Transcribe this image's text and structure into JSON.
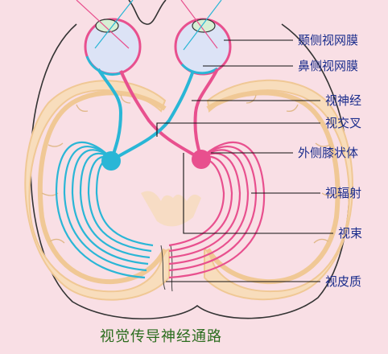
{
  "caption": "视觉传导神经通路",
  "labels": {
    "temporal_retina": "颞侧视网膜",
    "nasal_retina": "鼻侧视网膜",
    "optic_nerve": "视神经",
    "optic_chiasm": "视交叉",
    "lateral_geniculate": "外侧膝状体",
    "optic_radiation": "视辐射",
    "optic_tract": "视束",
    "visual_cortex": "视皮质"
  },
  "colors": {
    "background": "#f9dfe5",
    "label_text": "#1a2c8c",
    "caption_text": "#2b6d1e",
    "left_pathway": "#2ab6d6",
    "right_pathway": "#e8508e",
    "cortex_fill": "#f8ddbc",
    "cortex_border": "#f0c895",
    "eyeball": "#dce3f6",
    "lens": "#d7efd4",
    "outline": "#333333"
  },
  "icons": {
    "label_pointer": "leader-line"
  }
}
